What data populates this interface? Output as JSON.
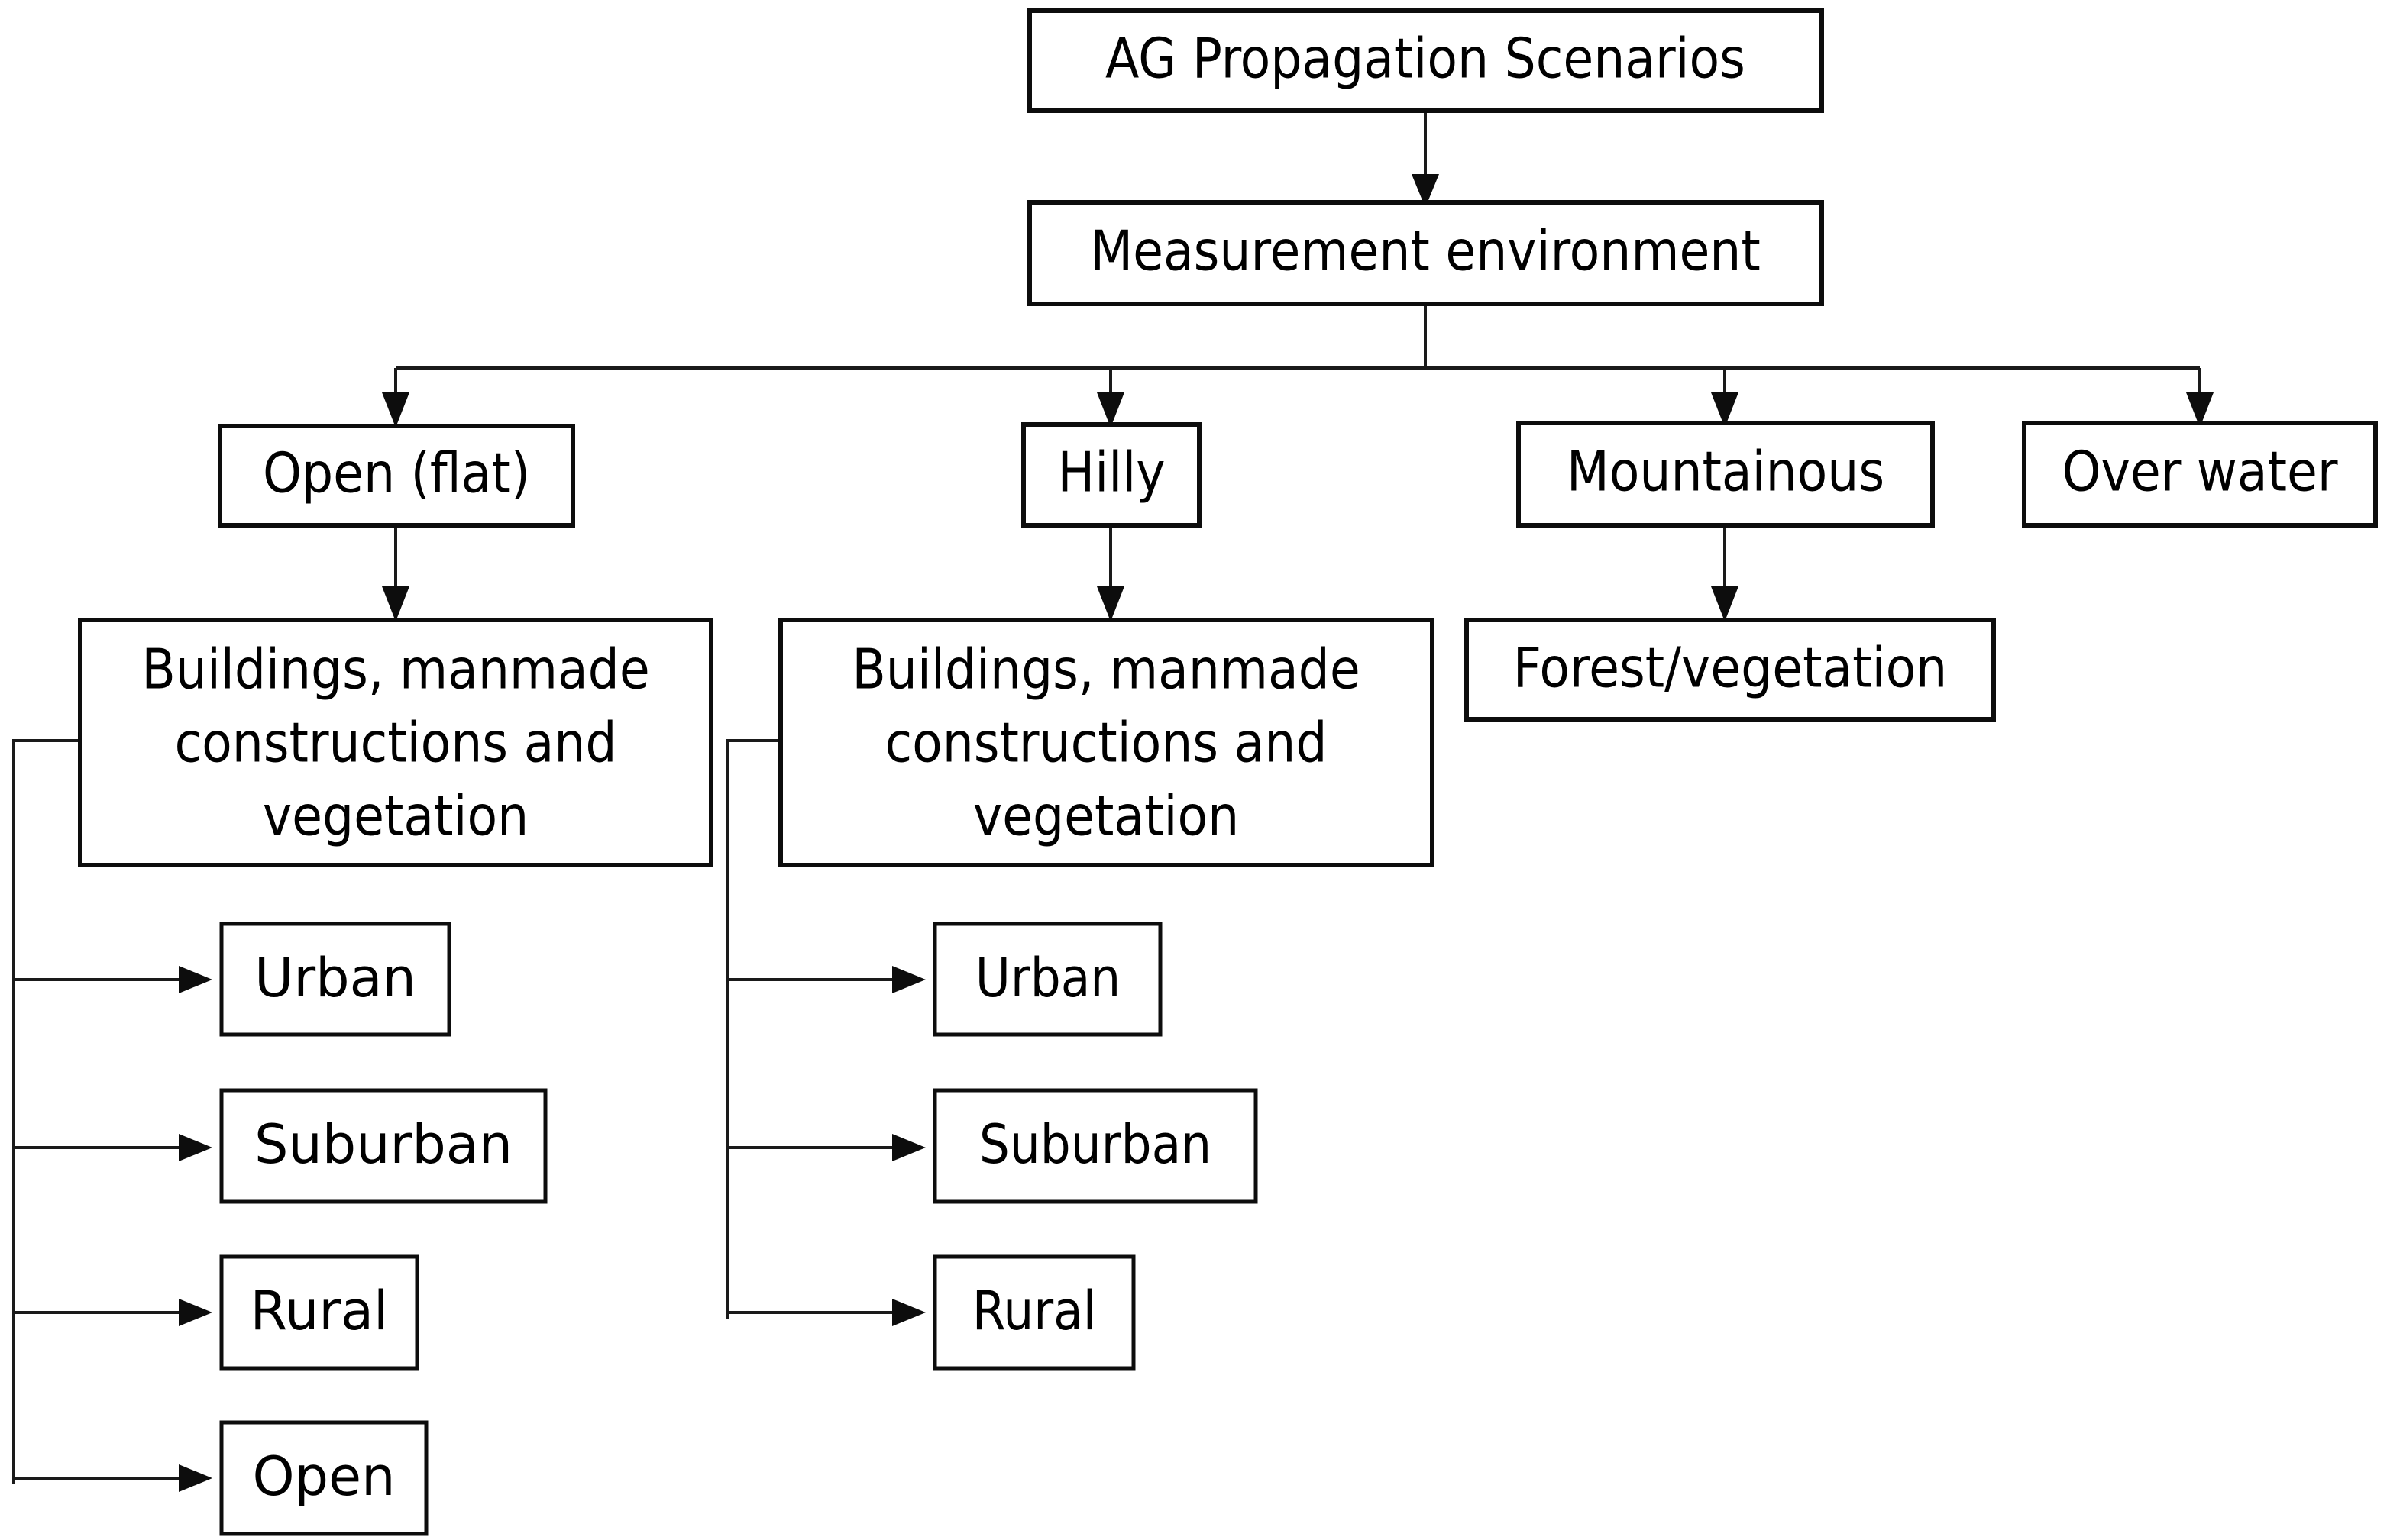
{
  "diagram": {
    "title": "AG Propagation Scenarios flowchart",
    "background_color": "#ffffff",
    "line_color": "#1a1a1a",
    "box_border_color": "#0d0d0d",
    "text_color": "#000000"
  },
  "nodes": {
    "root": {
      "label": "AG Propagation Scenarios"
    },
    "measurement": {
      "label": "Measurement environment"
    },
    "open_flat": {
      "label": "Open (flat)"
    },
    "hilly": {
      "label": "Hilly"
    },
    "mountainous": {
      "label": "Mountainous"
    },
    "over_water": {
      "label": "Over water"
    },
    "buildings_left": {
      "line1": "Buildings, manmade",
      "line2": "constructions and",
      "line3": "vegetation"
    },
    "buildings_right": {
      "line1": "Buildings, manmade",
      "line2": "constructions and",
      "line3": "vegetation"
    },
    "forest": {
      "label": "Forest/vegetation"
    },
    "left_urban": {
      "label": "Urban"
    },
    "left_suburban": {
      "label": "Suburban"
    },
    "left_rural": {
      "label": "Rural"
    },
    "left_open": {
      "label": "Open"
    },
    "right_urban": {
      "label": "Urban"
    },
    "right_suburban": {
      "label": "Suburban"
    },
    "right_rural": {
      "label": "Rural"
    }
  },
  "chart_data": {
    "type": "table",
    "title": "AG Propagation Scenarios",
    "hierarchy": [
      {
        "level": 0,
        "label": "AG Propagation Scenarios",
        "children": [
          {
            "level": 1,
            "label": "Measurement environment",
            "children": [
              {
                "level": 2,
                "label": "Open (flat)",
                "children": [
                  {
                    "level": 3,
                    "label": "Buildings, manmade constructions and vegetation",
                    "children": [
                      {
                        "level": 4,
                        "label": "Urban"
                      },
                      {
                        "level": 4,
                        "label": "Suburban"
                      },
                      {
                        "level": 4,
                        "label": "Rural"
                      },
                      {
                        "level": 4,
                        "label": "Open"
                      }
                    ]
                  }
                ]
              },
              {
                "level": 2,
                "label": "Hilly",
                "children": [
                  {
                    "level": 3,
                    "label": "Buildings, manmade constructions and vegetation",
                    "children": [
                      {
                        "level": 4,
                        "label": "Urban"
                      },
                      {
                        "level": 4,
                        "label": "Suburban"
                      },
                      {
                        "level": 4,
                        "label": "Rural"
                      }
                    ]
                  }
                ]
              },
              {
                "level": 2,
                "label": "Mountainous",
                "children": [
                  {
                    "level": 3,
                    "label": "Forest/vegetation"
                  }
                ]
              },
              {
                "level": 2,
                "label": "Over water",
                "children": []
              }
            ]
          }
        ]
      }
    ]
  }
}
